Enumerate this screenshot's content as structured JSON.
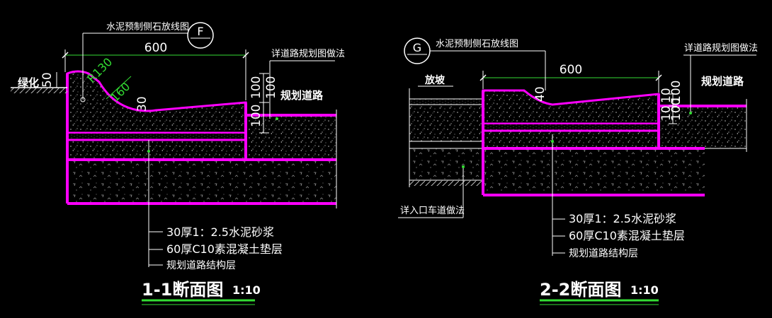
{
  "left": {
    "marker": "F",
    "top_label": "水泥预制侧石放线图",
    "dim_width": "600",
    "dim_side": "50",
    "dim_r130": "R130",
    "dim_r160": "160",
    "dim_30": "30",
    "dim_100a": "100",
    "dim_100b": "100",
    "dim_100c": "100",
    "label_greening": "绿化",
    "label_road_ref": "详道路规划图做法",
    "label_road": "规划道路",
    "layer_1": "30厚1：2.5水泥砂浆",
    "layer_2": "60厚C10素混凝土垫层",
    "layer_3": "规划道路结构层",
    "title": "1-1断面图",
    "scale": "1:10"
  },
  "right": {
    "marker": "G",
    "top_label": "水泥预制侧石放线图",
    "dim_width": "600",
    "dim_40": "40",
    "dim_10a": "10",
    "dim_10b": "10",
    "dim_100": "100",
    "dim_100b": "100",
    "label_slope": "放坡",
    "label_road_ref": "详道路规划图做法",
    "label_road": "规划道路",
    "label_entry": "详入口车道做法",
    "layer_1": "30厚1：2.5水泥砂浆",
    "layer_2": "60厚C10素混凝土垫层",
    "layer_3": "规划道路结构层",
    "title": "2-2断面图",
    "scale": "1:10"
  },
  "colors": {
    "outline": "#ff00ff",
    "dimension": "#33dd33",
    "text": "#ffffff",
    "background": "#000000"
  }
}
